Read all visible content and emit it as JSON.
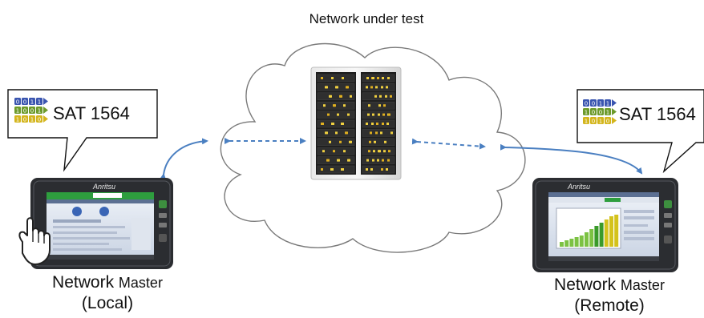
{
  "title": "Network under test",
  "local": {
    "badge": "SAT 1564",
    "device_brand": "Anritsu",
    "name_main": "Network",
    "name_small": "Master",
    "role": "(Local)"
  },
  "remote": {
    "badge": "SAT 1564",
    "device_brand": "Anritsu",
    "name_main": "Network",
    "name_small": "Master",
    "role": "(Remote)"
  },
  "binary_rows": [
    "0011",
    "1001",
    "1010"
  ],
  "colors": {
    "arrow": "#4a7fc1",
    "cloud_stroke": "#7a7a7a",
    "device_body": "#2b2d31",
    "screen_green": "#2e9e3e",
    "row_blue": "#3a55b0",
    "row_green": "#6c9a2a",
    "row_yellow": "#d3b51c"
  }
}
